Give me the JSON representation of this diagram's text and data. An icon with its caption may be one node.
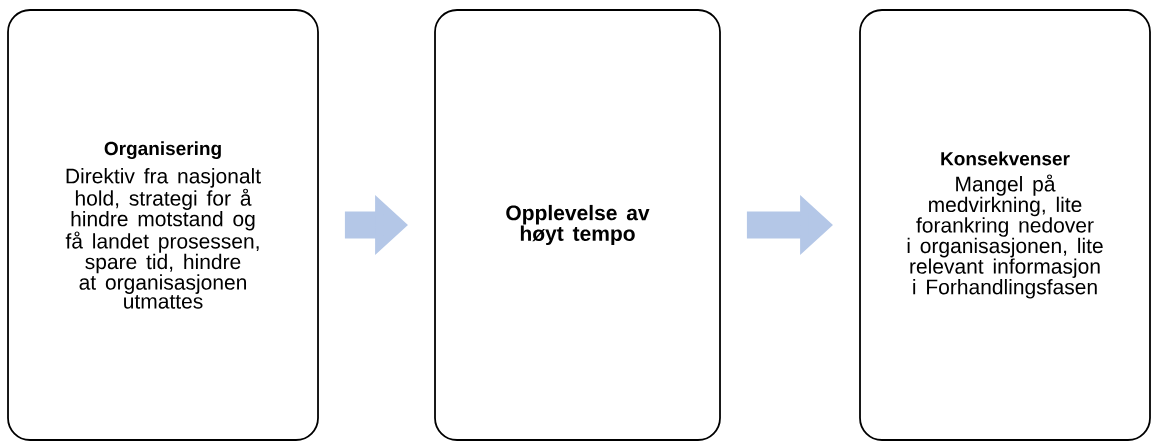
{
  "diagram": {
    "nodes": [
      {
        "text": [
          "Organisering",
          "Direktiv fra nasjonalt hold, strategi for å hindre motstand og få landet prosessen, spare tid, hindre at organisasjonen utmattes"
        ]
      },
      {
        "text": [
          "Opplevelse av høyt tempo"
        ]
      },
      {
        "text": [
          "Konsekvenser",
          "Mangel på medvirkning, lite forankring nedover i organisasjonen, lite relevant informasjon i Forhandlingsfasen"
        ]
      }
    ],
    "edges": [
      {
        "from": 0,
        "to": 1,
        "arrow": "to",
        "color": "#b4c7e7"
      },
      {
        "from": 1,
        "to": 2,
        "arrow": "to",
        "color": "#b4c7e7"
      }
    ]
  }
}
